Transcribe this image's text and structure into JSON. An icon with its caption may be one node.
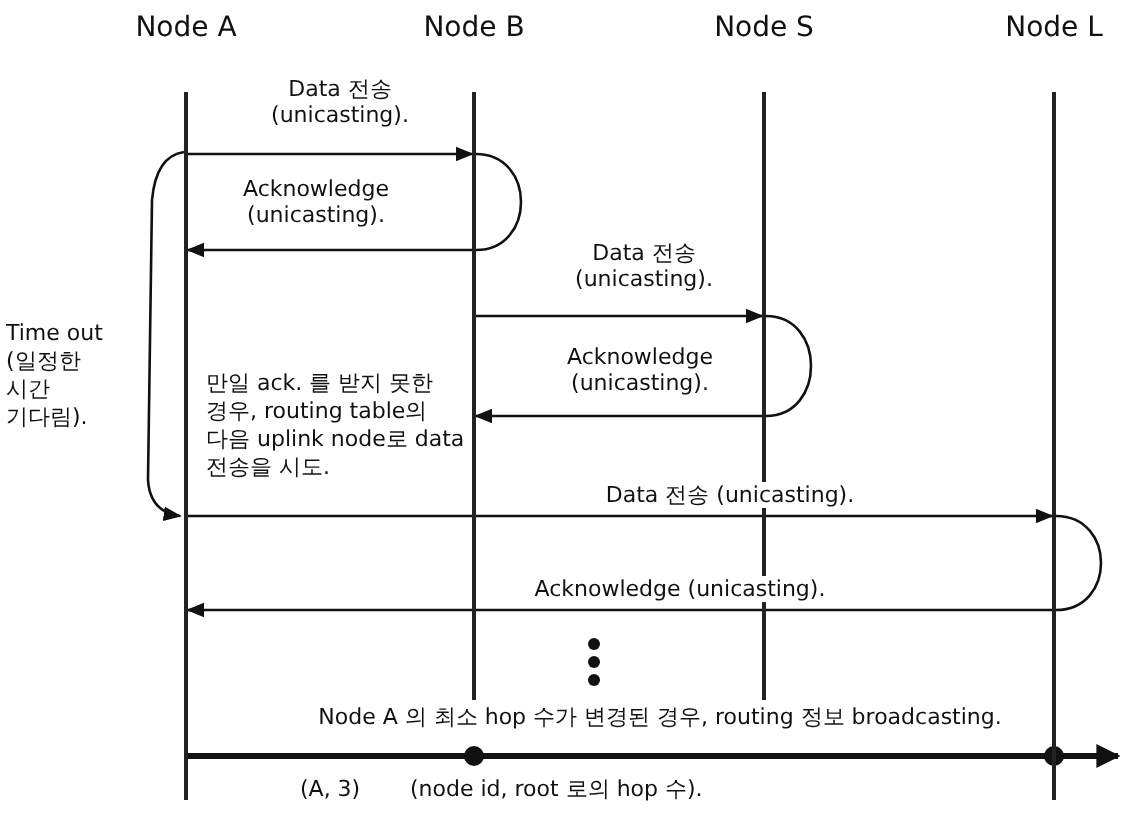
{
  "diagram": {
    "nodes": [
      {
        "text": [
          "Node A"
        ]
      },
      {
        "text": [
          "Node B"
        ]
      },
      {
        "text": [
          "Node S"
        ]
      },
      {
        "text": [
          "Node L"
        ]
      }
    ],
    "edges": [
      {
        "from": 0,
        "to": 1,
        "arrow": "to",
        "label": "Data 전송 (unicasting)."
      },
      {
        "from": 1,
        "to": 0,
        "arrow": "to",
        "label": "Acknowledge (unicasting)."
      },
      {
        "from": 1,
        "to": 2,
        "arrow": "to",
        "label": "Data 전송 (unicasting)."
      },
      {
        "from": 2,
        "to": 1,
        "arrow": "to",
        "label": "Acknowledge (unicasting)."
      },
      {
        "from": 0,
        "to": 3,
        "arrow": "to",
        "label": "Data 전송 (unicasting)."
      },
      {
        "from": 3,
        "to": 0,
        "arrow": "to",
        "label": "Acknowledge (unicasting)."
      },
      {
        "from": 0,
        "to": null,
        "arrow": "to",
        "style": "thick",
        "label": "Node A 의 최소 hop 수가 변경된 경우, routing 정보 broadcasting."
      }
    ],
    "labels": [
      "Time out (일정한 시간 기다림).",
      "만일 ack. 를 받지 못한 경우, routing table의 다음 uplink node로 data 전송을 시도.",
      "(A, 3)",
      "(node id, root 로의 hop 수)."
    ]
  }
}
